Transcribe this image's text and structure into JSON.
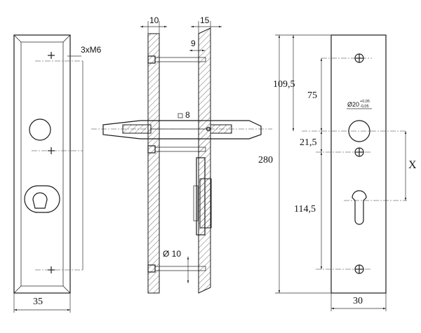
{
  "front_view": {
    "screws_label": "3xM6",
    "width_label": "35"
  },
  "side_view": {
    "dim_top_left": "10",
    "dim_top_right": "15",
    "dim_screw": "9",
    "dim_square": "8",
    "dim_diameter": "Ø 10"
  },
  "right_view": {
    "dim_total": "280",
    "dim_upper": "109,5",
    "dim_75": "75",
    "dim_hole": "Ø20",
    "tol_plus": "+0,05",
    "tol_minus": "-0,05",
    "dim_215": "21,5",
    "dim_1145": "114,5",
    "dim_x": "X",
    "width_label": "30"
  }
}
